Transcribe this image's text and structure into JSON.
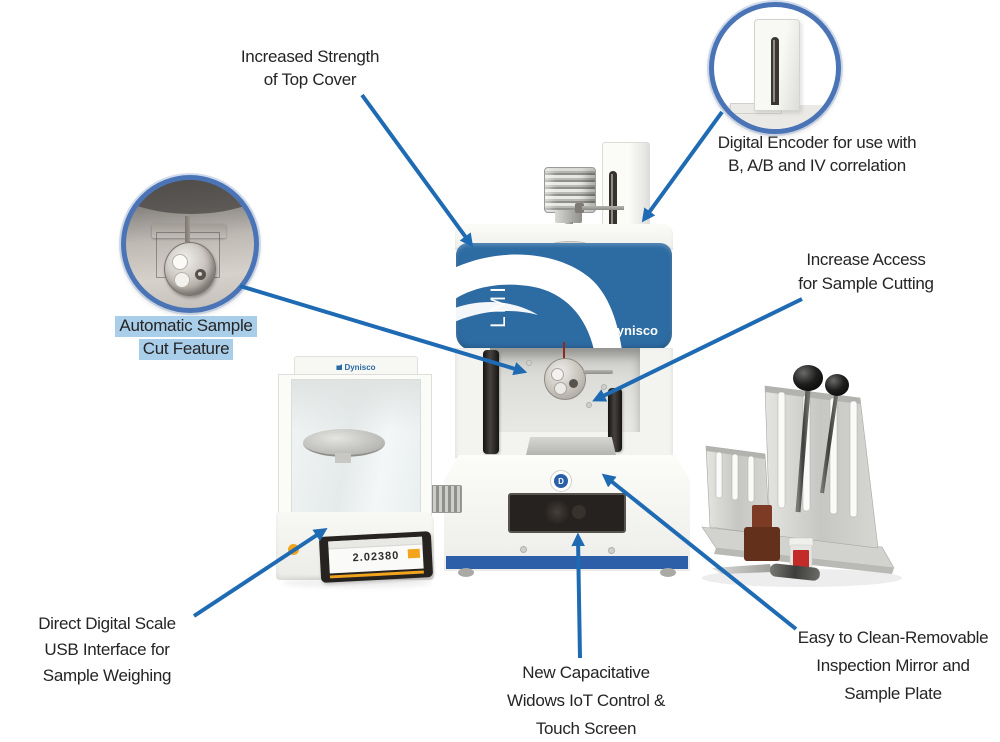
{
  "colors": {
    "arrow_blue": "#1e6ab3",
    "panel_blue": "#2d6ba3",
    "base_stripe_blue": "#2d5fa8",
    "selection_highlight": "#a9cee9",
    "accent_orange": "#f2a41d",
    "inset_ring_blue": "#4a74b5"
  },
  "callouts": {
    "top_cover": {
      "lines": [
        "Increased Strength",
        "of Top Cover"
      ]
    },
    "encoder": {
      "lines": [
        "Digital Encoder for use with",
        "B, A/B and IV correlation"
      ]
    },
    "auto_cut": {
      "lines": [
        "Automatic Sample",
        "Cut Feature"
      ]
    },
    "access": {
      "lines": [
        "Increase Access",
        "for Sample Cutting"
      ]
    },
    "scale": {
      "lines": [
        "Direct Digital Scale",
        "USB Interface for",
        "Sample Weighing"
      ]
    },
    "touch": {
      "lines": [
        "New Capacitative",
        "Widows IoT Control &",
        "Touch Screen"
      ]
    },
    "mirror": {
      "lines": [
        "Easy to Clean-Removable",
        "Inspection Mirror and",
        "Sample Plate"
      ]
    }
  },
  "machine": {
    "model_label": "LMI",
    "brand": "Dynisco",
    "badge_glyph": "D"
  },
  "scale_device": {
    "brand": "Dynisco",
    "display_value": "2.02380"
  },
  "icons": {
    "dynisco_logo_icon": "pennant-shape",
    "badge_icon": "dynisco-roundel",
    "arrow": "callout-arrow"
  }
}
